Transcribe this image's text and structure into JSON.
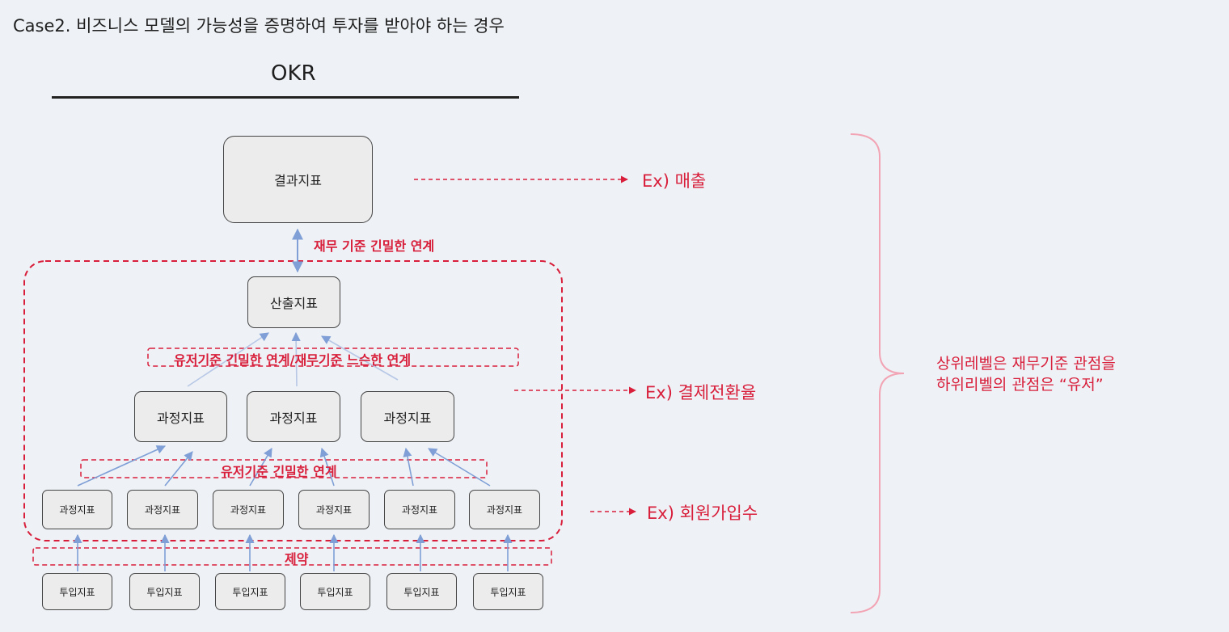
{
  "page_title": "Case2. 비즈니스 모델의 가능성을 증명하여 투자를 받아야 하는 경우",
  "okr_label": "OKR",
  "colors": {
    "accent_red": "#d81e3a",
    "arrow_blue": "#7f9fd6",
    "node_fill": "#ececec"
  },
  "nodes": {
    "result": "결과지표",
    "output": "산출지표",
    "process_top": [
      "과정지표",
      "과정지표",
      "과정지표"
    ],
    "process_bottom": [
      "과정지표",
      "과정지표",
      "과정지표",
      "과정지표",
      "과정지표",
      "과정지표"
    ],
    "input": [
      "투입지표",
      "투입지표",
      "투입지표",
      "투입지표",
      "투입지표",
      "투입지표"
    ]
  },
  "links": {
    "result_output": "재무 기준 긴밀한 연계",
    "output_process": "유저기준 긴밀한 연계/재무기준 느슨한 연계",
    "process_process": "유저기준 긴밀한 연계",
    "input_process": "제약"
  },
  "examples": {
    "revenue": "Ex) 매출",
    "conversion": "Ex) 결제전환율",
    "signups": "Ex) 회원가입수"
  },
  "summary": {
    "line1": "상위레벨은 재무기준 관점을",
    "line2": "하위리벨의 관점은 “유저”"
  }
}
